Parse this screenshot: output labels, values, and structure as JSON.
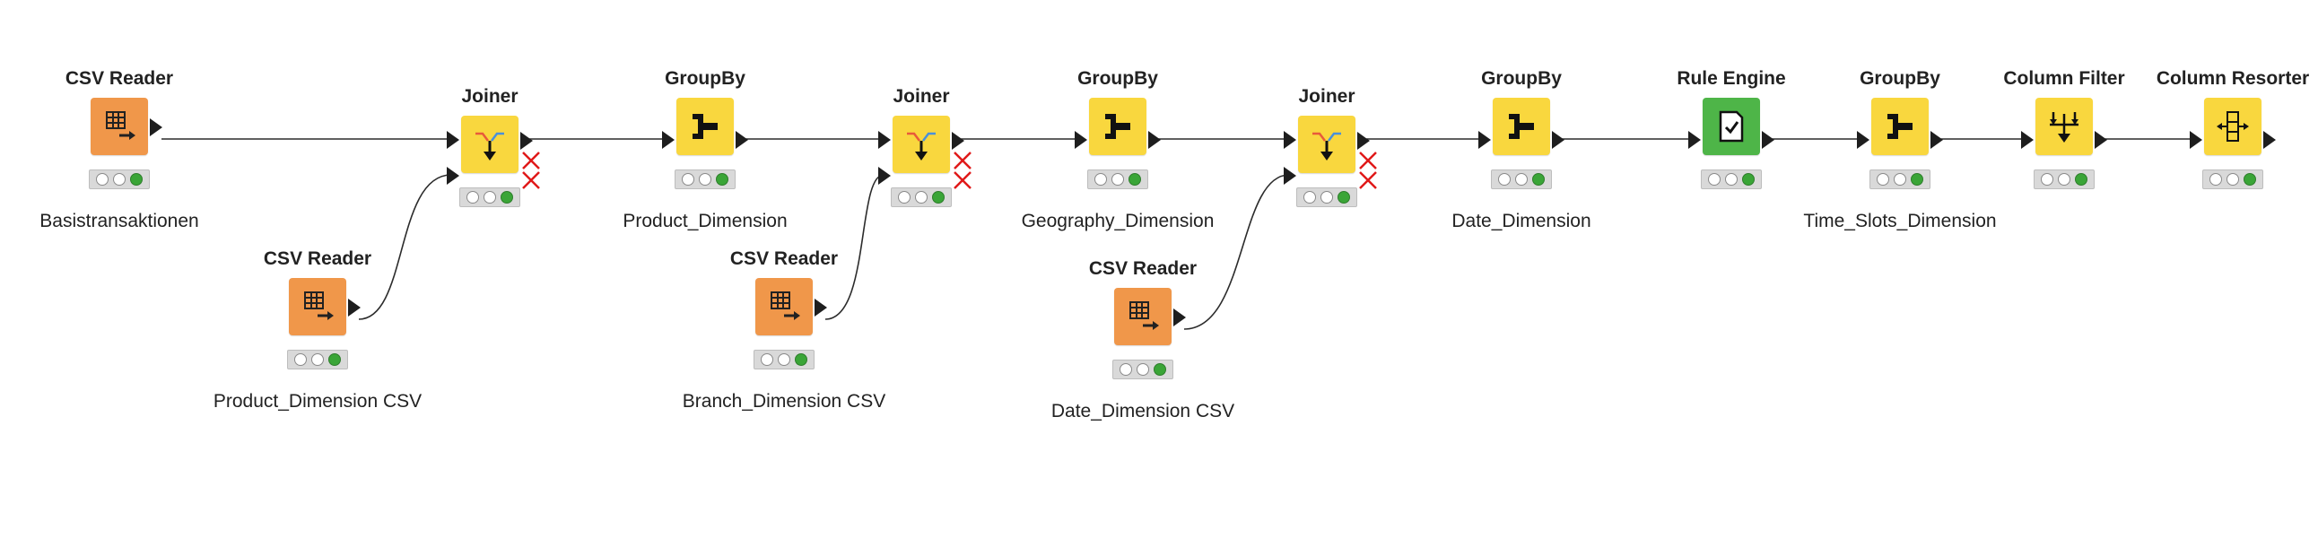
{
  "workflow": {
    "nodes": [
      {
        "id": "csv-reader-1",
        "type": "CSV Reader",
        "title": "CSV Reader",
        "label": "Basistransaktionen",
        "color": "#f0974a",
        "icon": "table-arrow-icon"
      },
      {
        "id": "csv-reader-2",
        "type": "CSV Reader",
        "title": "CSV Reader",
        "label": "Product_Dimension CSV",
        "color": "#f0974a",
        "icon": "table-arrow-icon"
      },
      {
        "id": "joiner-1",
        "type": "Joiner",
        "title": "Joiner",
        "label": "",
        "color": "#f9d73e",
        "icon": "joiner-icon"
      },
      {
        "id": "groupby-1",
        "type": "GroupBy",
        "title": "GroupBy",
        "label": "Product_Dimension",
        "color": "#f9d73e",
        "icon": "groupby-icon"
      },
      {
        "id": "csv-reader-3",
        "type": "CSV Reader",
        "title": "CSV Reader",
        "label": "Branch_Dimension CSV",
        "color": "#f0974a",
        "icon": "table-arrow-icon"
      },
      {
        "id": "joiner-2",
        "type": "Joiner",
        "title": "Joiner",
        "label": "",
        "color": "#f9d73e",
        "icon": "joiner-icon"
      },
      {
        "id": "groupby-2",
        "type": "GroupBy",
        "title": "GroupBy",
        "label": "Geography_Dimension",
        "color": "#f9d73e",
        "icon": "groupby-icon"
      },
      {
        "id": "csv-reader-4",
        "type": "CSV Reader",
        "title": "CSV Reader",
        "label": "Date_Dimension CSV",
        "color": "#f0974a",
        "icon": "table-arrow-icon"
      },
      {
        "id": "joiner-3",
        "type": "Joiner",
        "title": "Joiner",
        "label": "",
        "color": "#f9d73e",
        "icon": "joiner-icon"
      },
      {
        "id": "groupby-3",
        "type": "GroupBy",
        "title": "GroupBy",
        "label": "Date_Dimension",
        "color": "#f9d73e",
        "icon": "groupby-icon"
      },
      {
        "id": "rule-engine",
        "type": "Rule Engine",
        "title": "Rule Engine",
        "label": "",
        "color": "#4eb548",
        "icon": "rule-engine-icon"
      },
      {
        "id": "groupby-4",
        "type": "GroupBy",
        "title": "GroupBy",
        "label": "Time_Slots_Dimension",
        "color": "#f9d73e",
        "icon": "groupby-icon"
      },
      {
        "id": "column-filter",
        "type": "Column Filter",
        "title": "Column Filter",
        "label": "",
        "color": "#f9d73e",
        "icon": "column-filter-icon"
      },
      {
        "id": "column-resorter",
        "type": "Column Resorter",
        "title": "Column Resorter",
        "label": "",
        "color": "#f9d73e",
        "icon": "column-resorter-icon"
      }
    ],
    "status": [
      "idle",
      "idle",
      "executed"
    ]
  }
}
